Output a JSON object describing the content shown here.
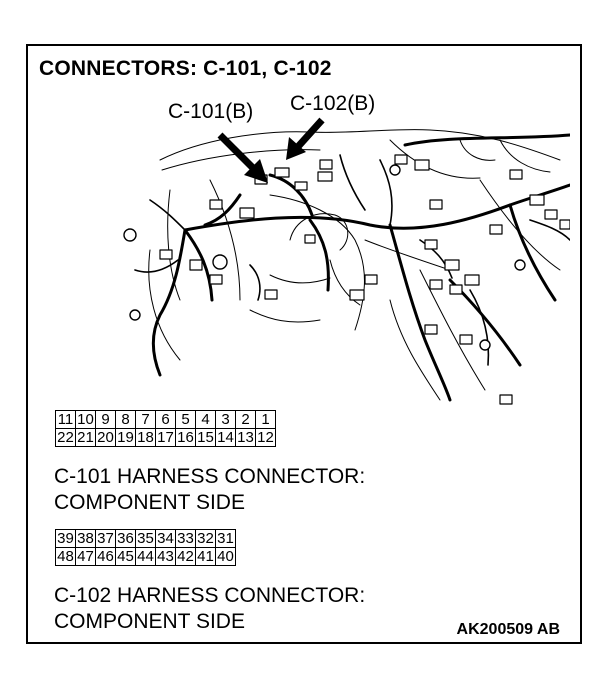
{
  "title": "CONNECTORS: C-101, C-102",
  "callouts": {
    "c101": "C-101(B)",
    "c102": "C-102(B)"
  },
  "c101": {
    "top_row": [
      "11",
      "10",
      "9",
      "8",
      "7",
      "6",
      "5",
      "4",
      "3",
      "2",
      "1"
    ],
    "bottom_row": [
      "22",
      "21",
      "20",
      "19",
      "18",
      "17",
      "16",
      "15",
      "14",
      "13",
      "12"
    ],
    "caption_line1": "C-101 HARNESS CONNECTOR:",
    "caption_line2": "COMPONENT SIDE"
  },
  "c102": {
    "top_row": [
      "39",
      "38",
      "37",
      "36",
      "35",
      "34",
      "33",
      "32",
      "31"
    ],
    "bottom_row": [
      "48",
      "47",
      "46",
      "45",
      "44",
      "43",
      "42",
      "41",
      "40"
    ],
    "caption_line1": "C-102 HARNESS CONNECTOR:",
    "caption_line2": "COMPONENT SIDE"
  },
  "figure_code": "AK200509 AB"
}
